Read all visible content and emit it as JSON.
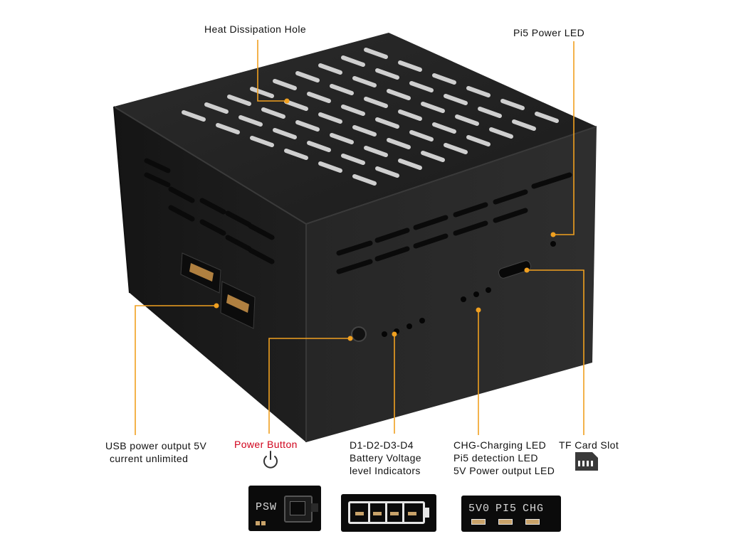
{
  "callouts": {
    "heat_hole": "Heat Dissipation Hole",
    "pi5_power_led": "Pi5 Power LED",
    "usb_output": [
      "USB power output 5V",
      "current unlimited"
    ],
    "power_button": "Power Button",
    "battery_leds": [
      "D1-D2-D3-D4",
      "Battery Voltage",
      "level Indicators"
    ],
    "status_leds": [
      "CHG-Charging LED",
      "Pi5 detection LED",
      "5V Power output LED"
    ],
    "tf_slot": "TF Card Slot"
  },
  "thumbnails": {
    "psw_label": "PSW",
    "led_labels": [
      "5V0",
      "PI5",
      "CHG"
    ]
  },
  "icons": {
    "power_button_icon": "power-symbol",
    "tf_card_icon": "sd-card"
  },
  "colors": {
    "accent_line": "#f0a020",
    "case_body": "#232323",
    "power_button_label": "#d0021b"
  }
}
